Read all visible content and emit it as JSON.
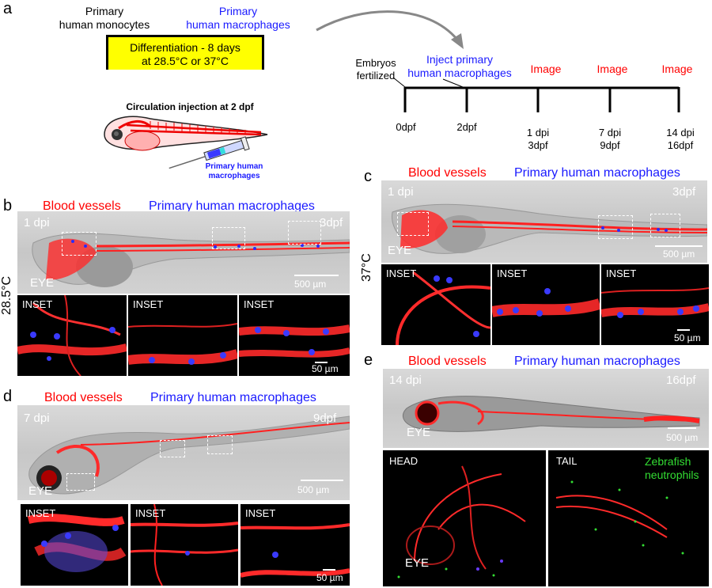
{
  "panel_letters": {
    "a": "a",
    "b": "b",
    "c": "c",
    "d": "d",
    "e": "e"
  },
  "panel_a": {
    "monocytes": "Primary\nhuman monocytes",
    "macrophages": "Primary\nhuman macrophages",
    "differentiation": "Differentiation - 8 days\nat 28.5°C or 37°C",
    "injection_title": "Circulation injection at 2 dpf",
    "syringe_label": "Primary human\nmacrophages",
    "embryos": "Embryos\nfertilized",
    "inject": "Inject primary\nhuman macrophages",
    "image_labels": [
      "Image",
      "Image",
      "Image"
    ],
    "timepoints": [
      "0dpf",
      "2dpf",
      "1 dpi\n3dpf",
      "7 dpi\n9dpf",
      "14 dpi\n16dpf"
    ]
  },
  "legend": {
    "vessels": "Blood vessels",
    "macrophages": "Primary human macrophages",
    "neutrophils": "Zebrafish\nneutrophils"
  },
  "temps": {
    "b": "28.5°C",
    "c": "37°C"
  },
  "panel_b": {
    "dpi": "1 dpi",
    "dpf": "3dpf",
    "eye": "EYE",
    "scale_main": "500 µm",
    "scale_inset": "50 µm",
    "inset": "INSET"
  },
  "panel_c": {
    "dpi": "1 dpi",
    "dpf": "3dpf",
    "eye": "EYE",
    "scale_main": "500 µm",
    "scale_inset": "50 µm",
    "inset": "INSET"
  },
  "panel_d": {
    "dpi": "7 dpi",
    "dpf": "9dpf",
    "eye": "EYE",
    "scale_main": "500 µm",
    "scale_inset": "50 µm",
    "inset": "INSET"
  },
  "panel_e": {
    "dpi": "14 dpi",
    "dpf": "16dpf",
    "eye": "EYE",
    "scale_main": "500 µm",
    "head": "HEAD",
    "tail": "TAIL",
    "eye_head": "EYE"
  },
  "colors": {
    "vessel_red": "#ff1a1a",
    "macrophage_blue": "#2a2aff",
    "neutrophil_green": "#33dd33",
    "highlight_yellow": "#ffff00"
  }
}
